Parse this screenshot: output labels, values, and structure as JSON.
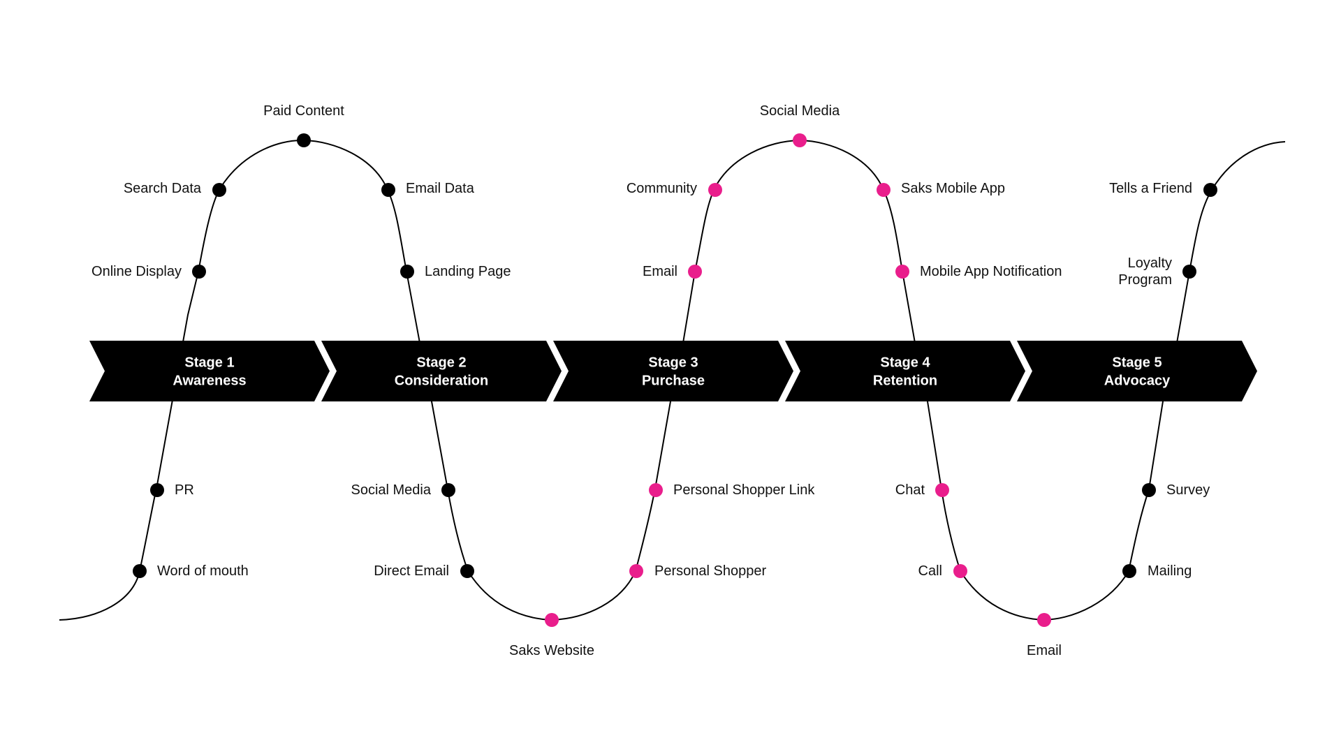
{
  "colors": {
    "background": "#ffffff",
    "curve": "#000000",
    "chevron": "#000000",
    "stage_text": "#ffffff",
    "label_text": "#111111",
    "touchpoint_dark": "#000000",
    "touchpoint_accent": "#e91e8c"
  },
  "stages": [
    {
      "number": "Stage 1",
      "name": "Awareness"
    },
    {
      "number": "Stage 2",
      "name": "Consideration"
    },
    {
      "number": "Stage 3",
      "name": "Purchase"
    },
    {
      "number": "Stage 4",
      "name": "Retention"
    },
    {
      "number": "Stage 5",
      "name": "Advocacy"
    }
  ],
  "touchpoints": [
    {
      "id": "word-of-mouth",
      "label": "Word of mouth",
      "color": "#000000"
    },
    {
      "id": "pr",
      "label": "PR",
      "color": "#000000"
    },
    {
      "id": "online-display",
      "label": "Online Display",
      "color": "#000000"
    },
    {
      "id": "search-data",
      "label": "Search Data",
      "color": "#000000"
    },
    {
      "id": "paid-content",
      "label": "Paid Content",
      "color": "#000000"
    },
    {
      "id": "email-data",
      "label": "Email Data",
      "color": "#000000"
    },
    {
      "id": "landing-page",
      "label": "Landing Page",
      "color": "#000000"
    },
    {
      "id": "social-media-1",
      "label": "Social Media",
      "color": "#000000"
    },
    {
      "id": "direct-email",
      "label": "Direct Email",
      "color": "#000000"
    },
    {
      "id": "saks-website",
      "label": "Saks Website",
      "color": "#e91e8c"
    },
    {
      "id": "personal-shopper",
      "label": "Personal Shopper",
      "color": "#e91e8c"
    },
    {
      "id": "personal-shopper-link",
      "label": "Personal Shopper Link",
      "color": "#e91e8c"
    },
    {
      "id": "email-1",
      "label": "Email",
      "color": "#e91e8c"
    },
    {
      "id": "community",
      "label": "Community",
      "color": "#e91e8c"
    },
    {
      "id": "social-media-2",
      "label": "Social Media",
      "color": "#e91e8c"
    },
    {
      "id": "saks-mobile-app",
      "label": "Saks Mobile App",
      "color": "#e91e8c"
    },
    {
      "id": "mobile-app-notification",
      "label": "Mobile App Notification",
      "color": "#e91e8c"
    },
    {
      "id": "chat",
      "label": "Chat",
      "color": "#e91e8c"
    },
    {
      "id": "call",
      "label": "Call",
      "color": "#e91e8c"
    },
    {
      "id": "email-2",
      "label": "Email",
      "color": "#e91e8c"
    },
    {
      "id": "mailing",
      "label": "Mailing",
      "color": "#000000"
    },
    {
      "id": "survey",
      "label": "Survey",
      "color": "#000000"
    },
    {
      "id": "loyalty-program",
      "label": "Loyalty Program",
      "label_lines": [
        "Loyalty",
        "Program"
      ],
      "color": "#000000"
    },
    {
      "id": "tells-a-friend",
      "label": "Tells a Friend",
      "color": "#000000"
    }
  ]
}
